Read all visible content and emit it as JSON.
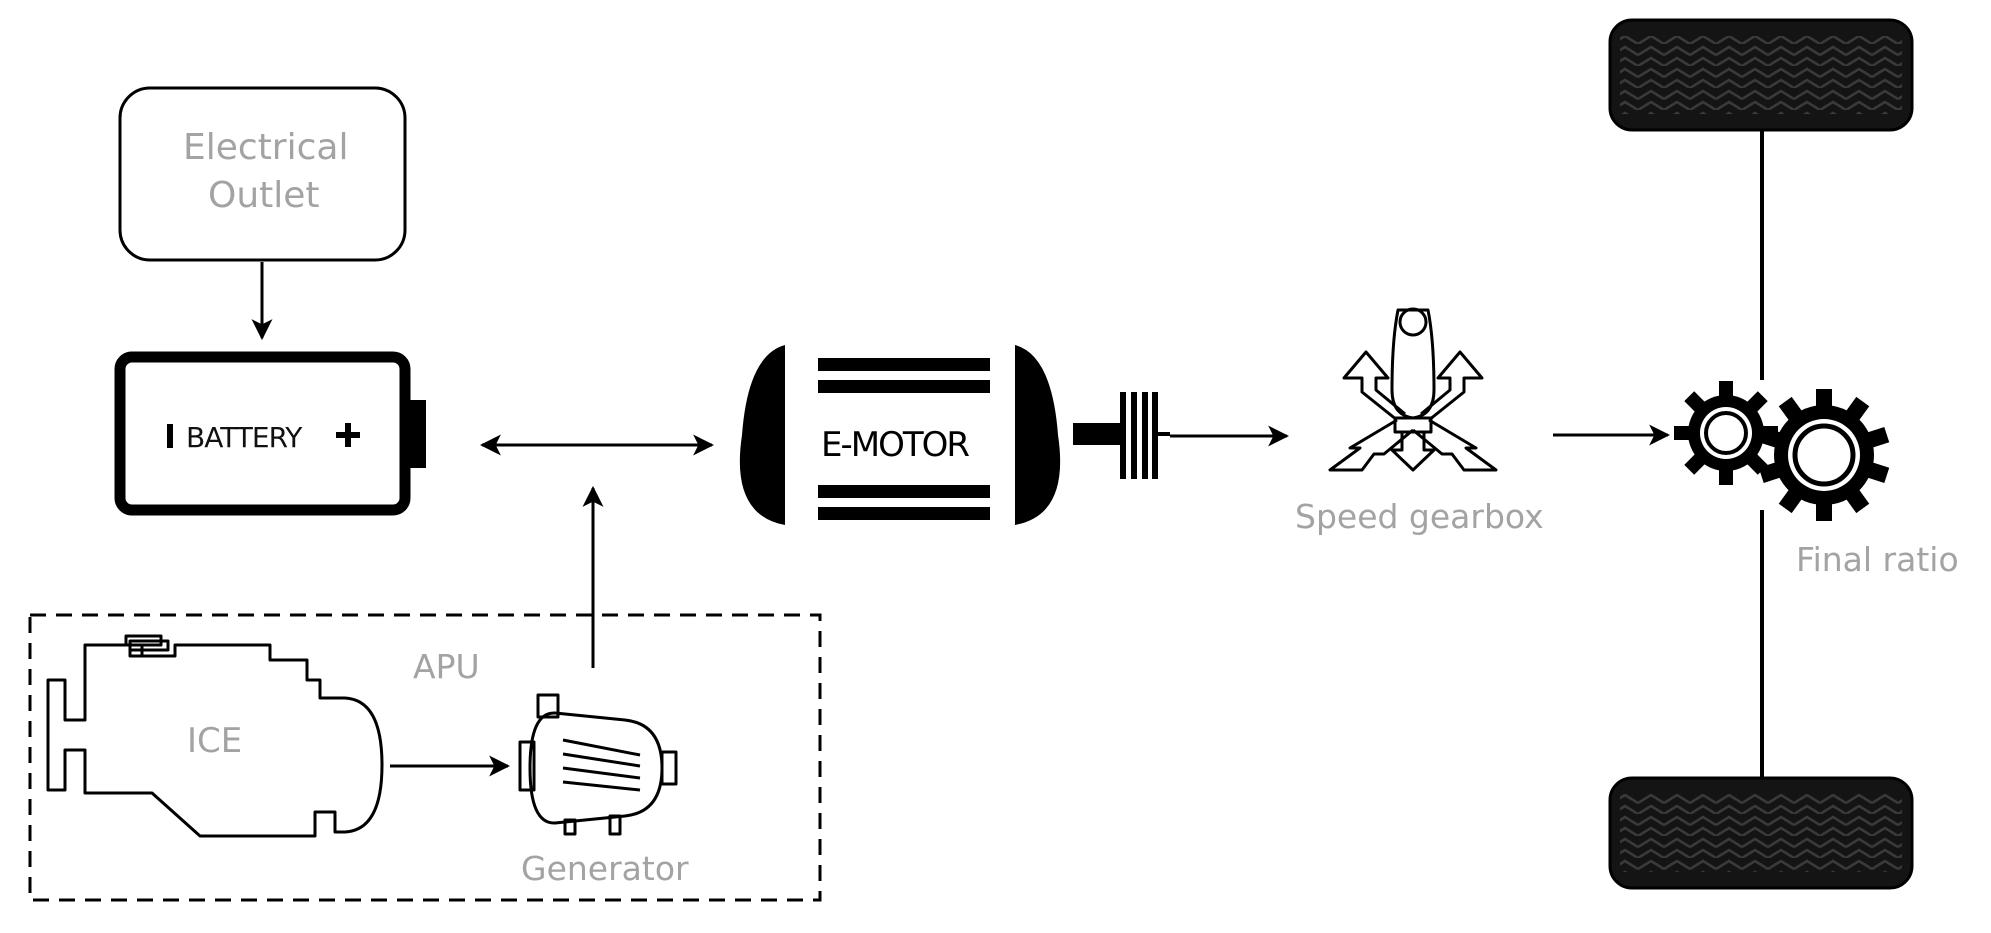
{
  "labels": {
    "outlet_line1": "Electrical",
    "outlet_line2": "Outlet",
    "battery": "BATTERY",
    "emotor": "E-MOTOR",
    "gearbox": "Speed gearbox",
    "final_ratio": "Final ratio",
    "apu": "APU",
    "ice": "ICE",
    "generator": "Generator"
  },
  "colors": {
    "ink": "#000000",
    "label_gray": "#a3a3a3",
    "tire": "#141414",
    "tread": "#3a3a3a"
  },
  "icons": [
    "battery-icon",
    "e-motor-icon",
    "gear-shifter-icon",
    "gears-icon",
    "tire-icon",
    "engine-icon",
    "generator-icon",
    "plug-outlet-box"
  ]
}
